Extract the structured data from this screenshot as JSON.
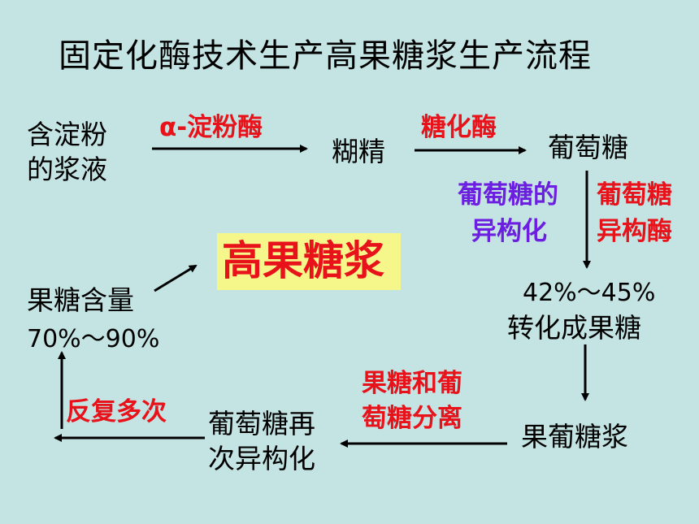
{
  "title": "固定化酶技术生产高果糖浆生产流程",
  "nodes": {
    "starch_solution": [
      "含淀粉",
      "的浆液"
    ],
    "dextrin": "糊精",
    "glucose": "葡萄糖",
    "conversion": [
      "42%～45%",
      "转化成果糖"
    ],
    "syrup": "果葡糖浆",
    "reisomerization": [
      "葡萄糖再",
      "次异构化"
    ],
    "fructose_content": [
      "果糖含量",
      "70%～90%"
    ],
    "product": "高果糖浆"
  },
  "labels": {
    "amylase": "α-淀粉酶",
    "glucoamylase": "糖化酶",
    "glucose_isomerization": [
      "葡萄糖的",
      "异构化"
    ],
    "glucose_isomerase": [
      "葡萄糖",
      "异构酶"
    ],
    "separation": [
      "果糖和葡",
      "萄糖分离"
    ],
    "repeat": "反复多次"
  },
  "colors": {
    "background": "#c4e3e3",
    "enzyme_label": "#e8121a",
    "process_label": "#6c1fe0",
    "product_box": "#f6f78a"
  }
}
